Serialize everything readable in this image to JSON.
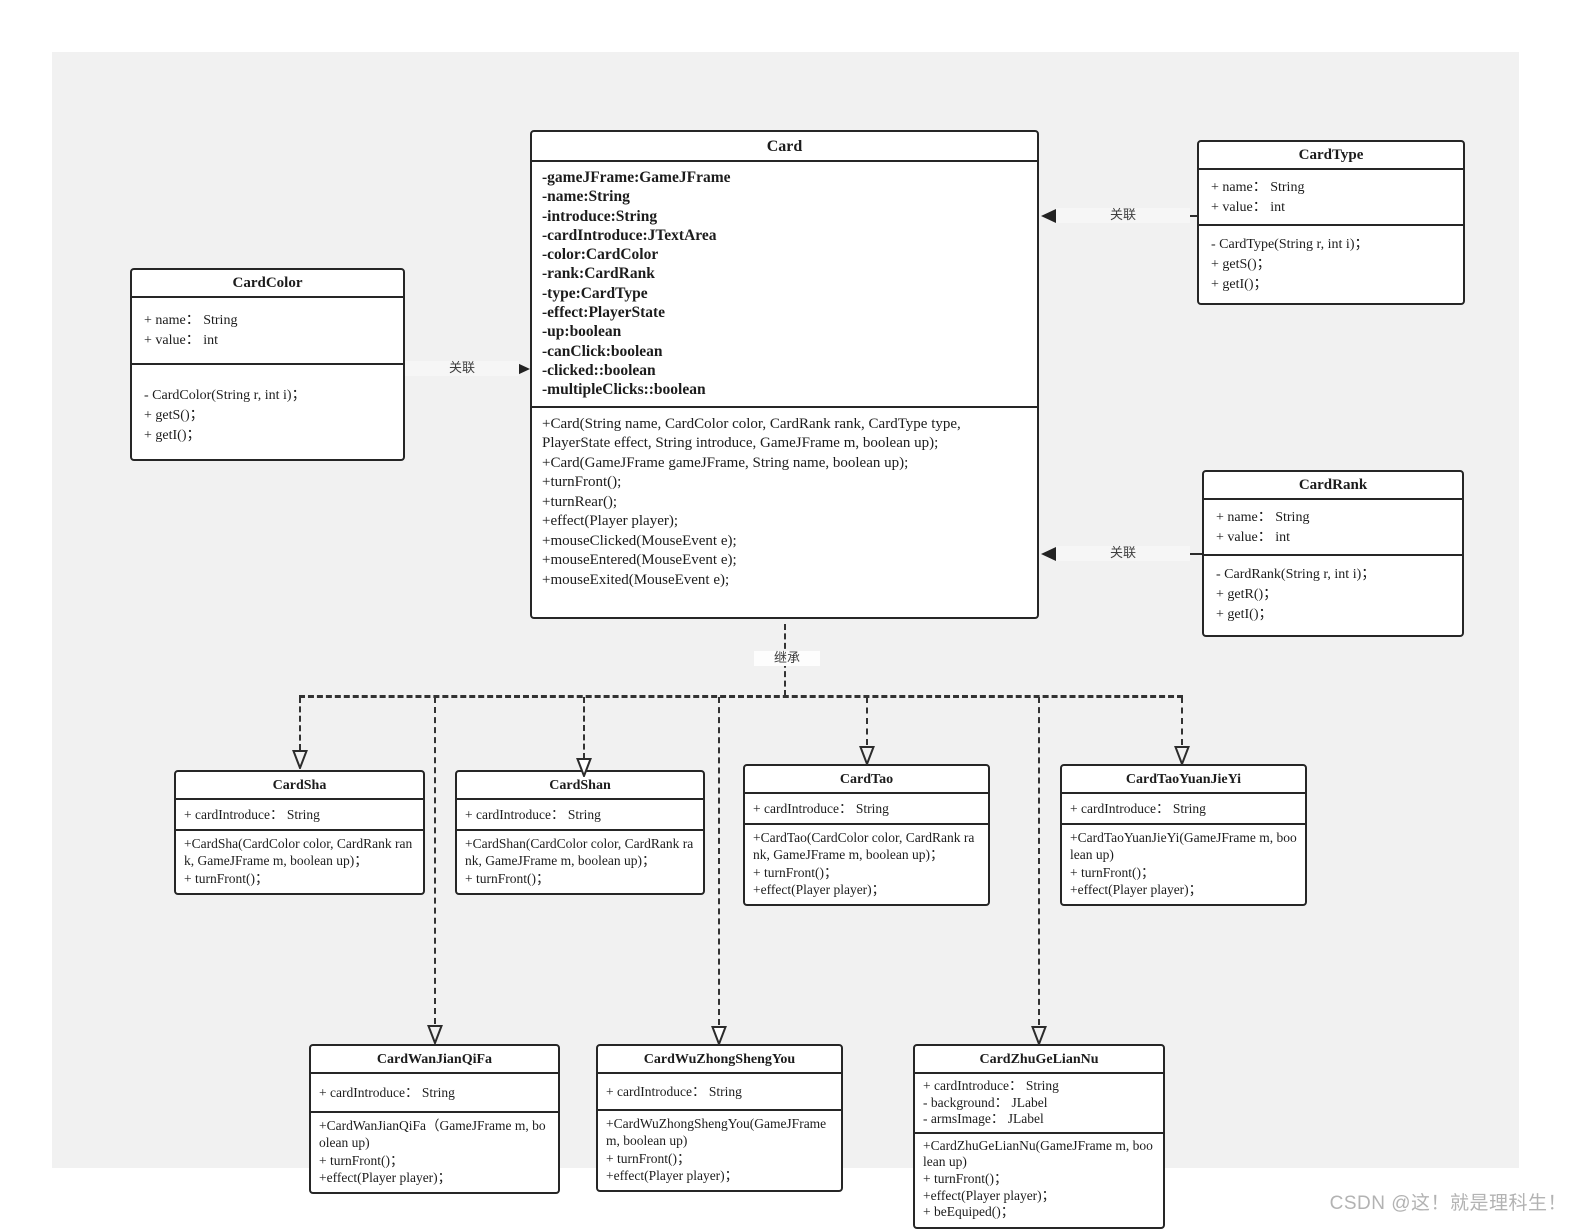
{
  "watermark": "CSDN @这！就是理科生！",
  "relations": {
    "color_to_card": "关联",
    "type_to_card": "关联",
    "rank_to_card": "关联",
    "inheritance": "继承"
  },
  "classes": {
    "card": {
      "title": "Card",
      "attributes": [
        "-gameJFrame:GameJFrame",
        "-name:String",
        "-introduce:String",
        "-cardIntroduce:JTextArea",
        "-color:CardColor",
        "-rank:CardRank",
        "-type:CardType",
        "-effect:PlayerState",
        "-up:boolean",
        "-canClick:boolean",
        "-clicked::boolean",
        "-multipleClicks::boolean"
      ],
      "methods": [
        "+Card(String name, CardColor color, CardRank rank, CardType type, PlayerState effect, String introduce, GameJFrame m, boolean up);",
        "+Card(GameJFrame gameJFrame, String name, boolean up);",
        "+turnFront();",
        "+turnRear();",
        "+effect(Player player);",
        "+mouseClicked(MouseEvent e);",
        "+mouseEntered(MouseEvent e);",
        "+mouseExited(MouseEvent e);"
      ]
    },
    "card_color": {
      "title": "CardColor",
      "attributes": [
        "+ name： String",
        "+ value： int"
      ],
      "methods": [
        "- CardColor(String r, int i)；",
        "+ getS()；",
        "+ getI()；"
      ]
    },
    "card_type": {
      "title": "CardType",
      "attributes": [
        "+ name： String",
        "+ value： int"
      ],
      "methods": [
        "- CardType(String r, int i)；",
        "+ getS()；",
        "+ getI()；"
      ]
    },
    "card_rank": {
      "title": "CardRank",
      "attributes": [
        "+ name： String",
        "+ value： int"
      ],
      "methods": [
        "- CardRank(String r, int i)；",
        "+ getR()；",
        "+ getI()；"
      ]
    },
    "card_sha": {
      "title": "CardSha",
      "attributes": [
        "+ cardIntroduce： String"
      ],
      "methods": [
        "+CardSha(CardColor color, CardRank rank, GameJFrame m, boolean up)；",
        "+ turnFront()；"
      ]
    },
    "card_shan": {
      "title": "CardShan",
      "attributes": [
        "+ cardIntroduce： String"
      ],
      "methods": [
        "+CardShan(CardColor color, CardRank rank, GameJFrame m, boolean up)；",
        "+ turnFront()；"
      ]
    },
    "card_tao": {
      "title": "CardTao",
      "attributes": [
        "+ cardIntroduce： String"
      ],
      "methods": [
        "+CardTao(CardColor color, CardRank rank, GameJFrame m, boolean up)；",
        "+ turnFront()；",
        "+effect(Player player)；"
      ]
    },
    "card_tao_yuan_jie_yi": {
      "title": "CardTaoYuanJieYi",
      "attributes": [
        "+ cardIntroduce： String"
      ],
      "methods": [
        "+CardTaoYuanJieYi(GameJFrame m, boolean up)",
        "+ turnFront()；",
        "+effect(Player player)；"
      ]
    },
    "card_wan_jian_qi_fa": {
      "title": "CardWanJianQiFa",
      "attributes": [
        "+ cardIntroduce： String"
      ],
      "methods": [
        "+CardWanJianQiFa（GameJFrame m, boolean up)",
        "+ turnFront()；",
        "+effect(Player player)；"
      ]
    },
    "card_wu_zhong_sheng_you": {
      "title": "CardWuZhongShengYou",
      "attributes": [
        "+ cardIntroduce： String"
      ],
      "methods": [
        "+CardWuZhongShengYou(GameJFrame m, boolean up)",
        "+ turnFront()；",
        "+effect(Player player)；"
      ]
    },
    "card_zhu_ge_lian_nu": {
      "title": "CardZhuGeLianNu",
      "attributes": [
        "+ cardIntroduce： String",
        "- background： JLabel",
        "- armsImage： JLabel"
      ],
      "methods": [
        "+CardZhuGeLianNu(GameJFrame m, boolean up)",
        "+ turnFront()；",
        "+effect(Player player)；",
        "+ beEquiped()；"
      ]
    }
  }
}
